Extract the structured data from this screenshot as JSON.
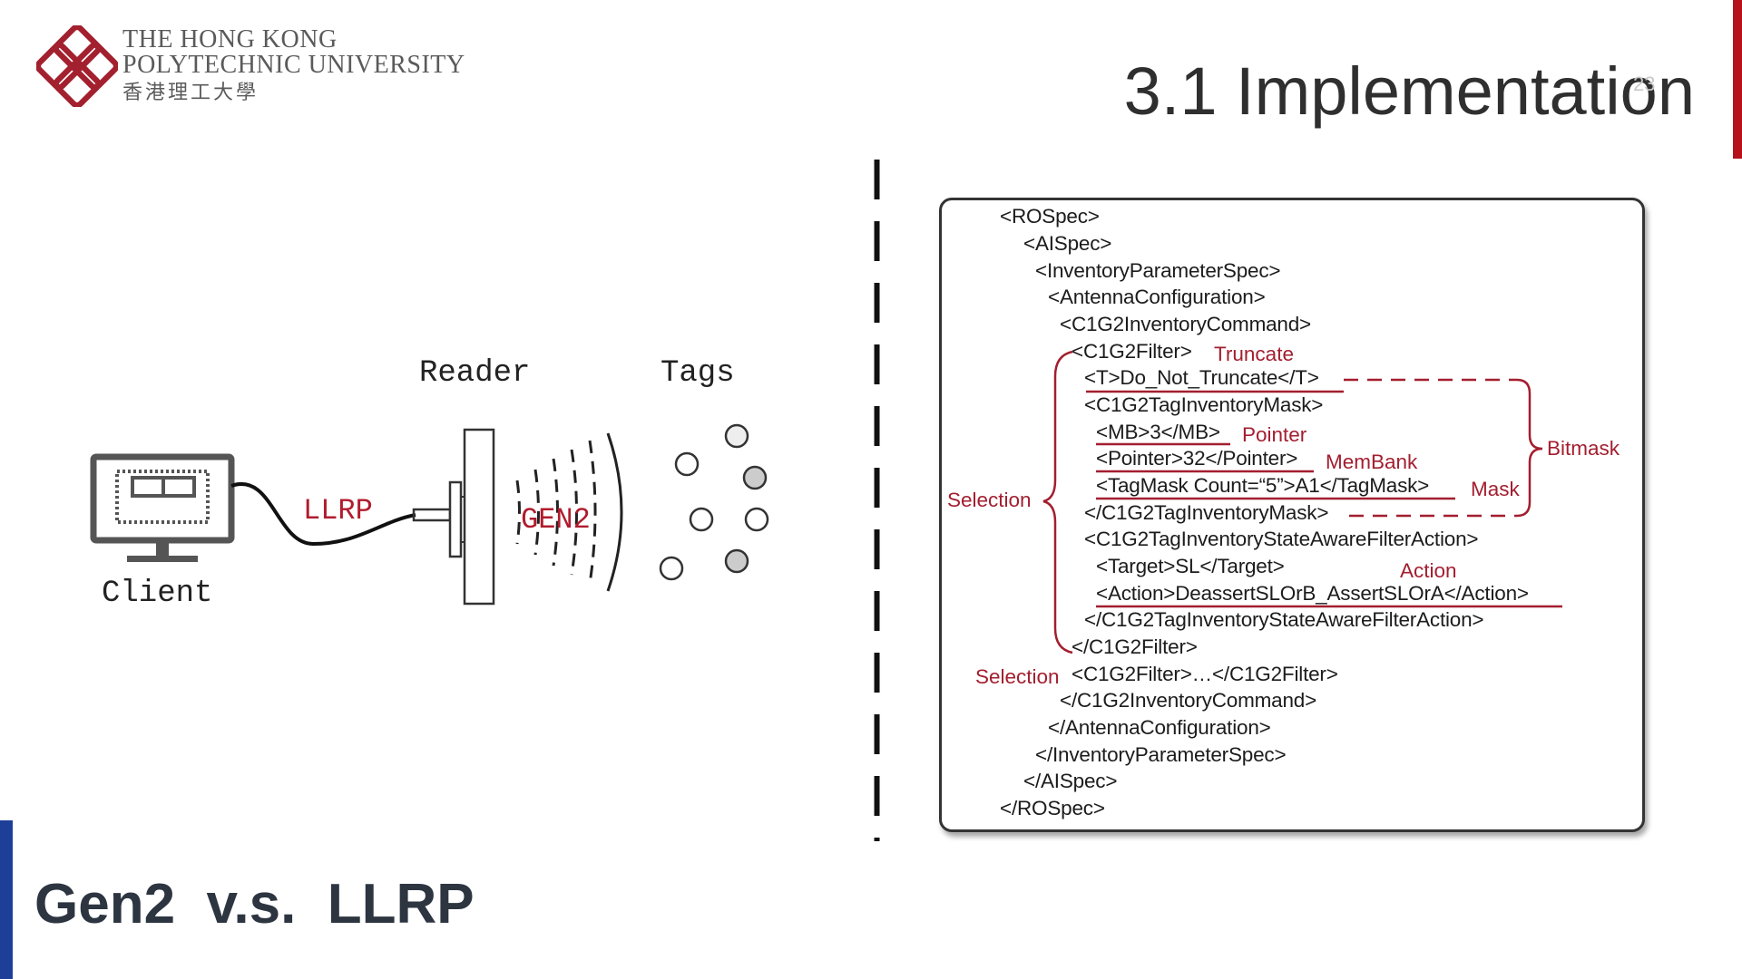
{
  "header": {
    "university_name_line1": "THE HONG KONG",
    "university_name_line2": "POLYTECHNIC UNIVERSITY",
    "university_name_zh": "香港理工大學",
    "section_title": "3.1 Implementation",
    "page_number": "23"
  },
  "slide": {
    "heading": "Gen2  v.s.  LLRP"
  },
  "diagram": {
    "reader_label": "Reader",
    "tags_label": "Tags",
    "client_label": "Client",
    "llrp_label": "LLRP",
    "gen2_label": "GEN2",
    "icons": [
      "computer-icon",
      "reader-icon",
      "antenna-icon",
      "tag-icon"
    ]
  },
  "xml": {
    "lines": [
      "<ROSpec>",
      "<AISpec>",
      "<InventoryParameterSpec>",
      "<AntennaConfiguration>",
      "<C1G2InventoryCommand>",
      "<C1G2Filter>",
      "<T>Do_Not_Truncate</T>",
      "<C1G2TagInventoryMask>",
      "<MB>3</MB>",
      "<Pointer>32</Pointer>",
      "<TagMask Count=“5”>A1</TagMask>",
      "</C1G2TagInventoryMask>",
      "<C1G2TagInventoryStateAwareFilterAction>",
      "<Target>SL</Target>",
      "<Action>DeassertSLOrB_AssertSLOrA</Action>",
      "</C1G2TagInventoryStateAwareFilterAction>",
      "</C1G2Filter>",
      "<C1G2Filter>…</C1G2Filter>",
      "</C1G2InventoryCommand>",
      "</AntennaConfiguration>",
      "</InventoryParameterSpec>",
      "</AISpec>",
      "</ROSpec>"
    ],
    "annotations": {
      "truncate": "Truncate",
      "pointer": "Pointer",
      "membank": "MemBank",
      "mask": "Mask",
      "bitmask": "Bitmask",
      "action": "Action",
      "selection_1": "Selection",
      "selection_2": "Selection"
    }
  },
  "colors": {
    "accent_red": "#b01c2e",
    "annotation_red": "#a31e2f",
    "brand_blue": "#1e3f97",
    "brand_red": "#b5121b"
  }
}
